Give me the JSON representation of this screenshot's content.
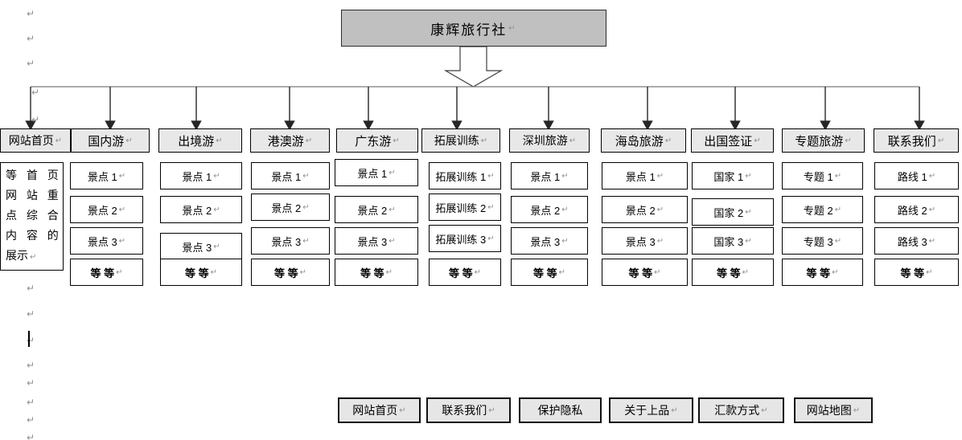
{
  "root": {
    "title": "康辉旅行社"
  },
  "marks": {
    "pilcrow": "↵"
  },
  "colors": {
    "root_fill": "#c0c0c0",
    "header_fill": "#e8e8e8",
    "footer_fill": "#e6e6e6",
    "border": "#000000",
    "connector": "#262626",
    "trunk": "#7a7a7a",
    "mark": "#8f8f8f"
  },
  "columns": [
    {
      "header": "网站首页",
      "lines": [
        "等 首 页",
        "网 站 重",
        "点 综 合",
        "内 容 的",
        "展示"
      ]
    },
    {
      "header": "国内游",
      "rows": [
        "景点 1",
        "景点 2",
        "景点 3",
        "等 等"
      ]
    },
    {
      "header": "出境游",
      "rows": [
        "景点 1",
        "景点 2",
        "景点 3",
        "等 等"
      ]
    },
    {
      "header": "港澳游",
      "rows": [
        "景点 1",
        "景点 2",
        "景点 3",
        "等 等"
      ]
    },
    {
      "header": "广东游",
      "rows": [
        "景点 1",
        "景点 2",
        "景点 3",
        "等 等"
      ]
    },
    {
      "header": "拓展训练",
      "rows": [
        "拓展训练 1",
        "拓展训练 2",
        "拓展训练 3",
        "等 等"
      ]
    },
    {
      "header": "深圳旅游",
      "rows": [
        "景点 1",
        "景点 2",
        "景点 3",
        "等 等"
      ]
    },
    {
      "header": "海岛旅游",
      "rows": [
        "景点 1",
        "景点 2",
        "景点 3",
        "等 等"
      ]
    },
    {
      "header": "出国签证",
      "rows": [
        "国家 1",
        "国家 2",
        "国家 3",
        "等 等"
      ]
    },
    {
      "header": "专题旅游",
      "rows": [
        "专题 1",
        "专题 2",
        "专题 3",
        "等 等"
      ]
    },
    {
      "header": "联系我们",
      "rows": [
        "路线 1",
        "路线 2",
        "路线 3",
        "等 等"
      ]
    }
  ],
  "footer": {
    "items": [
      "网站首页",
      "联系我们",
      "保护隐私",
      "关于上品",
      "汇款方式",
      "网站地图"
    ]
  }
}
